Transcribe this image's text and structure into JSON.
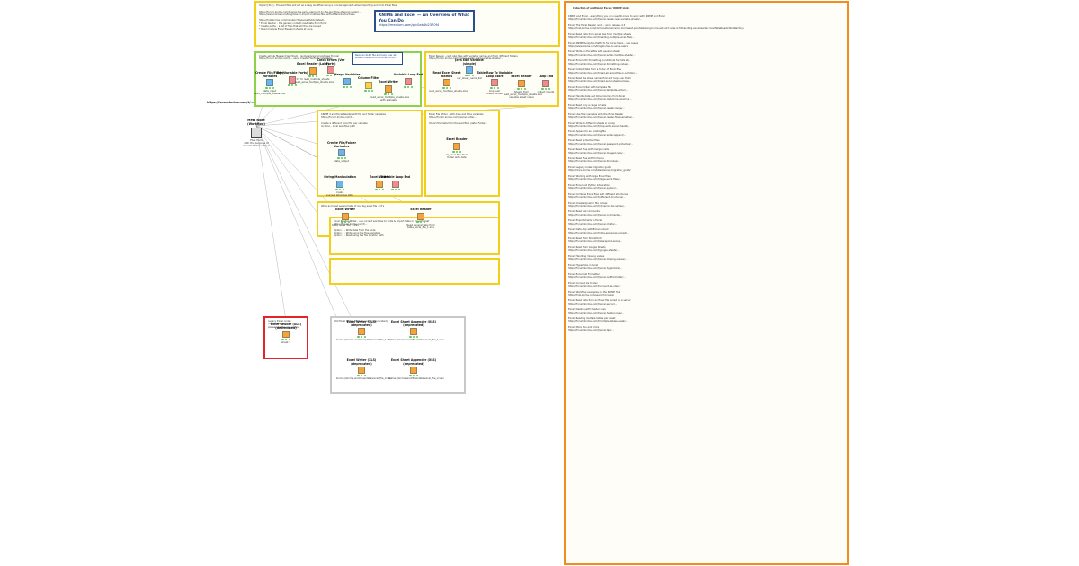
{
  "workflow_title": {
    "line1": "KNIME and Excel — An Overview of What You Can Do",
    "line2": "https://medium.com/p/c0ab6b2370f4"
  },
  "annotations": {
    "top_yellow": {
      "text": "Import [XLS] - The workflow will act as a easy workflow using a concise approach when importing and from Excel files\n\nhttps://forum.knime.com/t/using-the-same-approach-to-the-workflow-of-excel-reader/...\nhttps://www.knime.com/blog/how-to-import-multiple-files-with-different-structures\n\nhttps://hub.knime.com/mlauber71/spaces/Public/latest/...\n* Excel Reader – the generic node to read data from Excel\n* Create paths – a list of files that will then be looped\n* Read multiple Excel files and sheets at once"
    },
    "green_box": {
      "text": "Create simple files and test them / (some advanced and new things)\nhttps://forum.knime.com/t/... using Create File/Folder Variables"
    },
    "blue_link_box": {
      "text": "Read an XLSX file and loop over all sheets\nhttps://forum.knime.com/t/..."
    },
    "yellow_mid_right": {
      "text": "Excel Reader - read also files with variable names and from different folders\nhttps://forum.knime.com/t/excel-reader-read-variable-sheets/..."
    },
    "yellow_mid": {
      "text": "KNIME 4 and Excel Reader with file and folder variables\nhttps://forum.knime.com/t/...\n\nCreate a different excel file per variable\nlocation - local workflow path"
    },
    "yellow_mid2": {
      "text": "Excel File Writer - with date and time variables\nhttps://forum.knime.com/t/excel-writer-...\n\nImport the Data from the workflow (data) Folder..."
    },
    "yellow_small": {
      "text": "Write and read several tabs of one big excel file - / it's"
    },
    "yellow_low": {
      "text": "Excel Reader Writer - use current workflow to write & import table in Excel format\nhttps://forum.knime.com/t/...\n\nOption 1 - Write data from the node\nOption 2 - Write using the flow variables\nOption 3 - Read using the file location path"
    },
    "yellow_bottom": {
      "text": ""
    },
    "red_box": {
      "text": "Legacy Excel nodes (deprecated)\nplease use the new nodes"
    },
    "grey_box": {
      "text": "Old Excel Writer / Reader nodes (deprecated)"
    },
    "orange_panel": {
      "title": "Collection of additional Excel / KNIME Links",
      "text": "KNIME and Excel – everything you can need to know to work with KNIME and Excel\nhttps://forum.knime.com/t/excel-reader-read-variable-sheets/...\n\nExcel: The Excel Reader node – since release 4.3\nhttps://hub.knime.com/knime/extensions/org.knime.ext.poi3/latest/org.knime.ext.poi3.node.io.filehandling.excel.reader.ExcelTableReaderNodeFactory\n\nExcel: Read data from excel files from multiple sheets\nhttps://forum.knime.com/t/reading-multiple-excel-files/...\n\nExcel: KNIME Analytics Platform for Excel Users – use cases\nhttps://www.knime.com/blog/knime-for-excel-users\n\nExcel: Write an Excel file with several sheets\nhttps://forum.knime.com/t/excel-writer-multiple-sheets/...\n\nExcel: Excel with formatting, conditional formats etc.\nhttps://forum.knime.com/t/excel-formatting-nodes/...\n\nExcel: Collect data from a folder of Excel files\nhttps://forum.knime.com/t/read-all-excel-files-in-a-folder/...\n\nExcel: Read the sheet names first and loop over them\nhttps://forum.knime.com/t/read-excel-sheet-names/...\n\nExcel: Excel Writer with template file\nhttps://forum.knime.com/t/excel-template-writer/...\n\nExcel: Handle date and time columns from Excel\nhttps://forum.knime.com/t/excel-date-time-columns/...\n\nExcel: Read only a range of cells\nhttps://forum.knime.com/t/excel-reader-range/...\n\nExcel: Use flow variables with the Excel Reader\nhttps://forum.knime.com/t/excel-reader-flow-variables/...\n\nExcel: Write to different sheets in a loop\nhttps://forum.knime.com/t/loop-write-excel-sheets/...\n\nExcel: Append to an existing file\nhttps://forum.knime.com/t/excel-writer-append/...\n\nExcel: Read protected files\nhttps://forum.knime.com/t/excel-password-protected/...\n\nExcel: Read files with merged cells\nhttps://forum.knime.com/t/excel-merged-cells/...\n\nExcel: Read files with formulas\nhttps://forum.knime.com/t/excel-formulas/...\n\nExcel: Legacy nodes migration guide\nhttps://docs.knime.com/latest/excel_migration_guide/\n\nExcel: Working with large Excel files\nhttps://forum.knime.com/t/large-excel-files/...\n\nExcel: Excel and Python integration\nhttps://forum.knime.com/t/excel-python/...\n\nExcel: Combine Excel files with different structures\nhttps://forum.knime.com/t/different-structures/...\n\nExcel: Create dynamic file names\nhttps://forum.knime.com/t/dynamic-file-names/...\n\nExcel: Read cell comments\nhttps://forum.knime.com/t/excel-comments/...\n\nExcel: Export charts to Excel\nhttps://forum.knime.com/t/excel-charts/...\n\nExcel: Data App with Excel upload\nhttps://forum.knime.com/t/data-app-excel-upload/...\n\nExcel: Read from SharePoint\nhttps://forum.knime.com/t/sharepoint-excel/...\n\nExcel: Read from Google Sheets\nhttps://forum.knime.com/t/google-sheets/...\n\nExcel: Handling missing values\nhttps://forum.knime.com/t/excel-missing-values/...\n\nExcel: Hyperlinks in Excel\nhttps://forum.knime.com/t/excel-hyperlinks/...\n\nExcel: Excel Cell Formatter\nhttps://forum.knime.com/t/excel-cell-formatter/...\n\nExcel: Convert xls to xlsx\nhttps://forum.knime.com/t/convert-xls-xlsx/...\n\nExcel: Workflow examples on the KNIME Hub\nhttps://hub.knime.com/search?q=excel\n\nExcel: Read data from an Excel file stored on a server\nhttps://forum.knime.com/t/excel-server/...\n\nExcel: Dealing with header rows\nhttps://forum.knime.com/t/excel-header-rows/...\n\nExcel: Reading multiple tables per sheet\nhttps://forum.knime.com/t/multiple-tables-sheet/...\n\nExcel: More tips and tricks\nhttps://forum.knime.com/t/excel-tips/..."
    }
  },
  "entry": {
    "title": "Meta Node (Workflow)",
    "desc": "Files from\nwith the purpose of\n'Create Metanode(s)'"
  },
  "url_label": "https://forum.knime.com/t/...",
  "nodes": {
    "n1": {
      "name": "Create File/Folder Variables",
      "desc": "data_input\nread_multiple_sheets.xlsx"
    },
    "n2": {
      "name": "Try (Variable Ports)",
      "desc": ""
    },
    "n3": {
      "name": "Excel Reader (Labs)",
      "desc": "try to read_multiple_sheets\nread_excel_multiple_sheets.xlsx"
    },
    "n4": {
      "name": "Catch Errors (Var Ports)",
      "desc": ""
    },
    "n5": {
      "name": "Merge Variables",
      "desc": ""
    },
    "n6": {
      "name": "Column Filter",
      "desc": ""
    },
    "n7": {
      "name": "Excel Writer",
      "desc": "read_excel_multiple_sheets.xlsx\nwith a sheets"
    },
    "n8": {
      "name": "Variable Loop End",
      "desc": ""
    },
    "n9": {
      "name": "Read Excel Sheet Names",
      "desc": "read_excel_multiple_sheets.xlsx"
    },
    "n10": {
      "name": "Java Edit Variable (simple)",
      "desc": "var_sheet_name_list"
    },
    "n11": {
      "name": "Table Row To Variable Loop Start",
      "desc": "loop over\nsheet names"
    },
    "n12": {
      "name": "Excel Reader",
      "desc": "Sheets from\nread_excel_multiple_sheets.xlsx\nvariable sheet name"
    },
    "n13": {
      "name": "Loop End",
      "desc": "collect results"
    },
    "n14": {
      "name": "Create File/Folder Variables",
      "desc": "data_output"
    },
    "n15": {
      "name": "String Manipulation",
      "desc": "create\nCurrent Workflow Path"
    },
    "n16": {
      "name": "Excel Writer",
      "desc": ""
    },
    "n17": {
      "name": "Variable Loop End",
      "desc": ""
    },
    "n18": {
      "name": "Excel Reader",
      "desc": "all_excel files from\nfolder with date"
    },
    "n19": {
      "name": "Excel Writer",
      "desc": "table_excel_file_1.xlsx"
    },
    "n20": {
      "name": "Excel Reader",
      "desc": "Read several tabs from table_excel_file_1.xlsx"
    },
    "n21": {
      "name": "Excel Reader (XLS) (deprecated)",
      "desc": "sheet 1"
    },
    "n22": {
      "name": "Excel Writer (XLS) (deprecated)",
      "desc": "knime://knime.workflow/data/excel_file_1.xlsx"
    },
    "n23": {
      "name": "Excel Sheet Appender (XLS) (deprecated)",
      "desc": "knime://knime.workflow/data/excel_file_1.xlsx"
    },
    "n24": {
      "name": "Excel Writer (XLS) (deprecated)",
      "desc": "knime://knime.workflow/data/excel_file_2.xlsx"
    },
    "n25": {
      "name": "Excel Sheet Appender (XLS) (deprecated)",
      "desc": "knime://knime.workflow/data/excel_file_2.xlsx"
    }
  },
  "colors": {
    "yellow": "#f2cf1a",
    "green": "#8fd24a",
    "red": "#e0252b",
    "orange": "#f28c1e",
    "grey": "#c8c8c8",
    "blue": "#2a4f8c"
  }
}
